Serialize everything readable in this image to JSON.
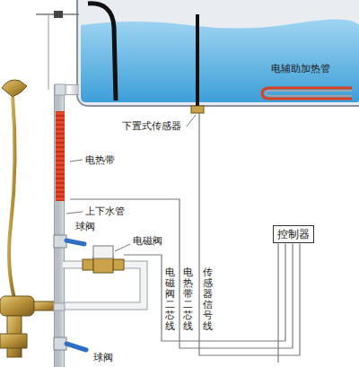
{
  "diagram": {
    "nodes": [
      {
        "text": [
          "控制器"
        ]
      }
    ],
    "labels": [
      "电辅助加热管",
      "下置式传感器",
      "电热带",
      "上下水管",
      "球阀",
      "电磁阀",
      "电磁阀二芯线",
      "电热带二芯线",
      "传感器信号线",
      "球阀"
    ]
  }
}
